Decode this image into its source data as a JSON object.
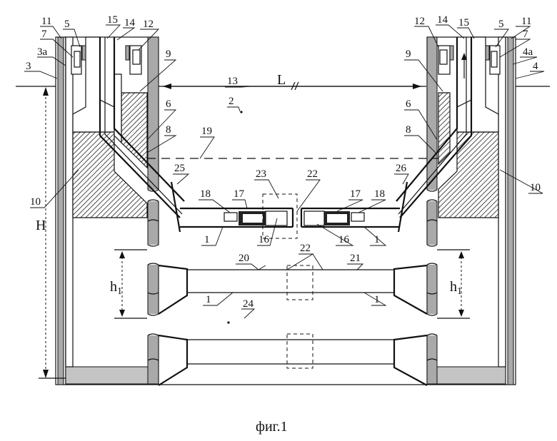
{
  "caption": "фиг.1",
  "labels_left": {
    "l11": "11",
    "l5": "5",
    "l15": "15",
    "l14": "14",
    "l12": "12",
    "l7": "7",
    "l3a": "3а",
    "l3": "3",
    "l9": "9",
    "l6": "6",
    "l8": "8",
    "l10": "10",
    "l25": "25",
    "l18": "18",
    "l17": "17",
    "l1": "1",
    "l16": "16"
  },
  "labels_right": {
    "l12": "12",
    "l14": "14",
    "l15": "15",
    "l5": "5",
    "l11": "11",
    "l7": "7",
    "l4a": "4а",
    "l4": "4",
    "l9": "9",
    "l6": "6",
    "l8": "8",
    "l10": "10",
    "l26": "26",
    "l17": "17",
    "l18": "18",
    "l16": "16",
    "l1": "1"
  },
  "labels_center": {
    "l13": "13",
    "L": "L",
    "l2": "2",
    "l19": "19",
    "l23": "23",
    "l22a": "22",
    "l20": "20",
    "l22b": "22",
    "l21": "21",
    "l1a": "1",
    "l1b": "1",
    "l24": "24"
  },
  "dimensions": {
    "H": "H",
    "h1_left": "h",
    "h1_left_sub": "1",
    "h1_right": "h",
    "h1_right_sub": "1"
  }
}
